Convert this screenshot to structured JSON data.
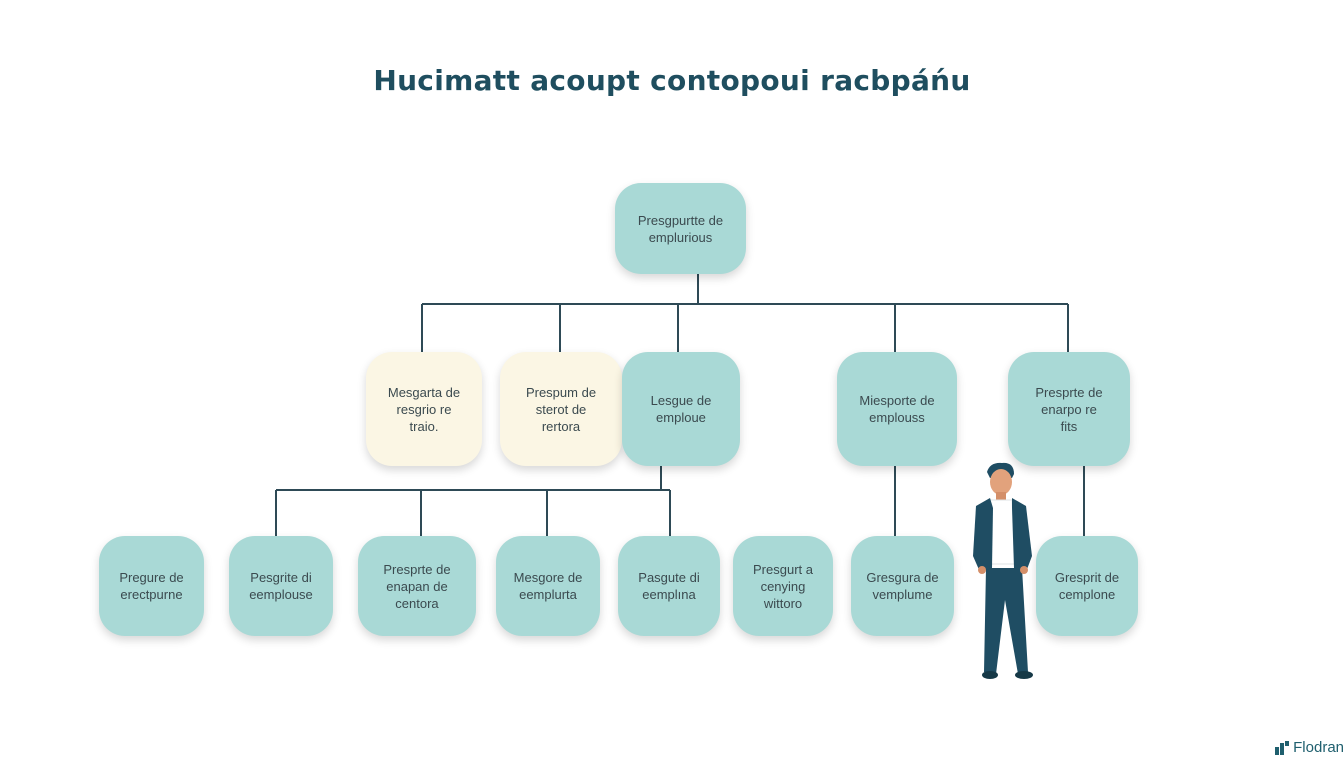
{
  "title": "Hucimatt acoupt contopoui racbpáńu",
  "colors": {
    "node_teal": "#a9d9d6",
    "node_cream": "#fbf6e4",
    "connector": "#2e4a56",
    "title": "#1f4e5f"
  },
  "root": {
    "label": "Presgpurtte de\nemplurious"
  },
  "level2": [
    {
      "label": "Mesgarta de\nresgrio re\ntraio.",
      "style": "cream"
    },
    {
      "label": "Prespum de\nsterot de\nrertora",
      "style": "cream"
    },
    {
      "label": "Lesgue de\nemploue",
      "style": "teal"
    },
    {
      "label": "Miesporte de\nemplouss",
      "style": "teal"
    },
    {
      "label": "Presprte de\nenarpo re\nfits",
      "style": "teal"
    }
  ],
  "level3": [
    {
      "label": "Pregure de\nerectpurne"
    },
    {
      "label": "Pesgrite di\neemplouse"
    },
    {
      "label": "Presprte de\nenapan de\ncentora"
    },
    {
      "label": "Mesgore de\neemplurta"
    },
    {
      "label": "Pasgute di\neemplına"
    },
    {
      "label": "Presgurt a\ncenying\nwittoro"
    },
    {
      "label": "Gresgura de\nvemplume"
    },
    {
      "label": "Gresprit de\ncemplone"
    }
  ],
  "logo": {
    "text": "Flodran",
    "icon": "bar-chart-logo-icon"
  },
  "figure": {
    "icon": "standing-person-illustration"
  }
}
